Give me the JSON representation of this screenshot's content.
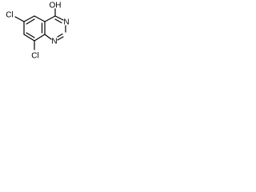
{
  "molecule": {
    "atoms": {
      "oh": "OH",
      "n3": "N",
      "n1": "N",
      "cl6": "Cl",
      "cl8": "Cl"
    },
    "colors": {
      "bond": "#000000",
      "label": "#000000",
      "background": "#ffffff"
    }
  }
}
